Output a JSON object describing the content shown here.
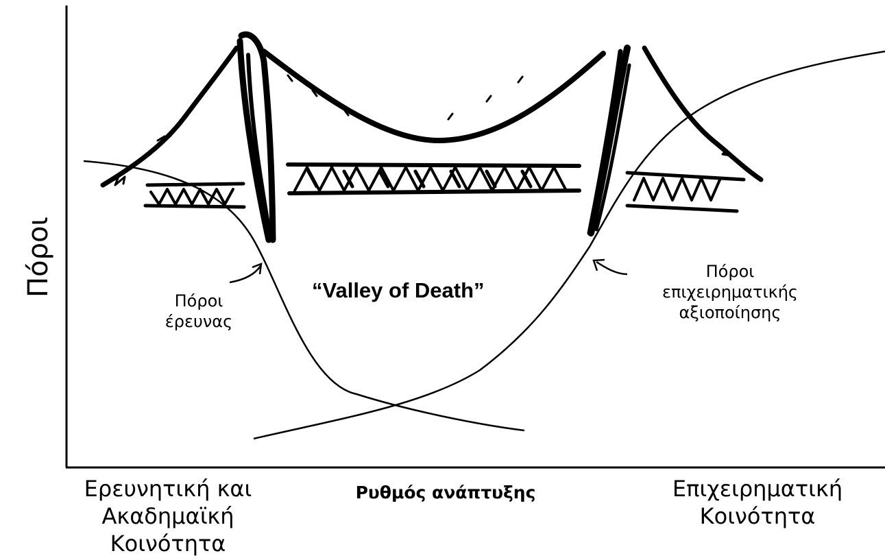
{
  "y_axis": {
    "title": "Πόροι"
  },
  "x_axis": {
    "title": "Ρυθμός ανάπτυξης",
    "left_label": [
      "Ερευνητική και",
      "Ακαδημαϊκή",
      "Κοινότητα"
    ],
    "right_label": [
      "Επιχειρηματική",
      "Κοινότητα"
    ]
  },
  "annotations": {
    "research_resources": [
      "Πόροι",
      "έρευνας"
    ],
    "commercial_resources": [
      "Πόροι",
      "επιχειρηματικής",
      "αξιοποίησης"
    ],
    "valley_title": "“Valley of Death”"
  },
  "illustration": {
    "bridge_image_label": "suspension-bridge-sketch"
  },
  "colors": {
    "ink": "#000000",
    "background": "#ffffff"
  }
}
